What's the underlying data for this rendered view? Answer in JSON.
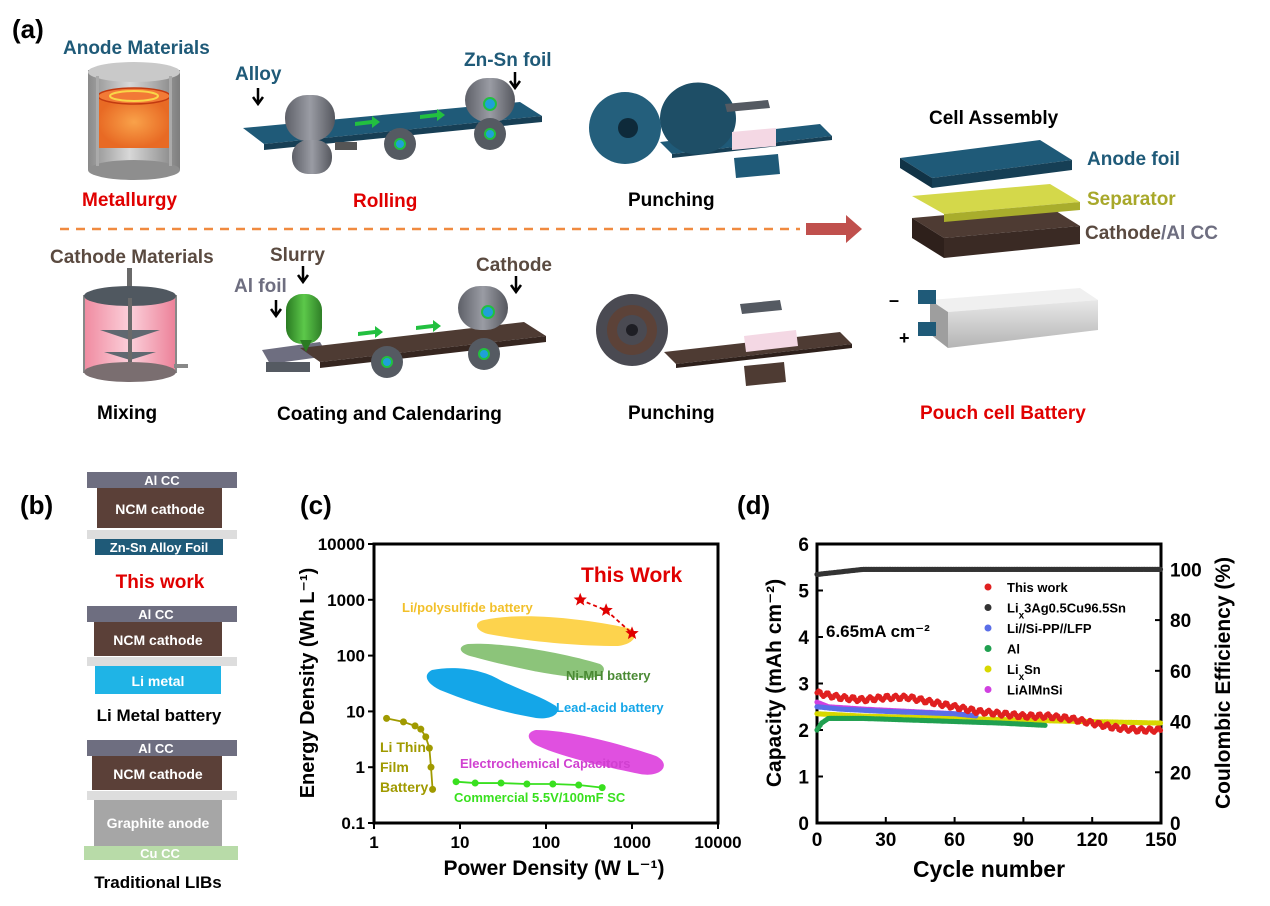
{
  "panel_labels": {
    "a": "(a)",
    "b": "(b)",
    "c": "(c)",
    "d": "(d)"
  },
  "colors": {
    "anode_blue": "#1f5a78",
    "cathode_brown": "#4e3b33",
    "red": "#e00000",
    "gray_cc": "#6e6e80",
    "li_metal": "#1fb4e6",
    "cu_cc": "#b8dba8",
    "separator_yellow": "#d4d84a"
  },
  "panel_a": {
    "anode_materials": "Anode Materials",
    "metallurgy": "Metallurgy",
    "alloy": "Alloy",
    "zn_sn_foil": "Zn-Sn foil",
    "rolling": "Rolling",
    "punching_top": "Punching",
    "cathode_materials": "Cathode Materials",
    "mixing": "Mixing",
    "slurry": "Slurry",
    "al_foil": "Al foil",
    "cathode": "Cathode",
    "coating": "Coating and Calendaring",
    "punching_bottom": "Punching",
    "cell_assembly": "Cell Assembly",
    "anode_foil": "Anode foil",
    "separator": "Separator",
    "cathode_cc_prefix": "Cathode",
    "cathode_cc_suffix": "/Al CC",
    "minus": "–",
    "plus": "+",
    "pouch_cell": "Pouch cell Battery"
  },
  "panel_b": {
    "stack1": {
      "cc": "Al CC",
      "cathode": "NCM cathode",
      "anode": "Zn-Sn Alloy Foil",
      "caption": "This work"
    },
    "stack2": {
      "cc": "Al CC",
      "cathode": "NCM cathode",
      "anode": "Li metal",
      "caption": "Li Metal battery"
    },
    "stack3": {
      "cc": "Al CC",
      "cathode": "NCM cathode",
      "anode": "Graphite anode",
      "bottom_cc": "Cu CC",
      "caption": "Traditional LIBs"
    }
  },
  "chart_data": [
    {
      "type": "scatter",
      "panel": "c",
      "xlabel": "Power Density (W L⁻¹)",
      "ylabel": "Energy Density (Wh L⁻¹)",
      "xscale": "log",
      "yscale": "log",
      "xlim": [
        1,
        10000
      ],
      "ylim": [
        0.1,
        10000
      ],
      "xticks": [
        "1",
        "10",
        "100",
        "1000",
        "10000"
      ],
      "yticks": [
        "0.1",
        "1",
        "10",
        "100",
        "1000",
        "10000"
      ],
      "series": [
        {
          "name": "This Work",
          "color": "#e00000",
          "marker": "star",
          "x": [
            250,
            500,
            1000
          ],
          "y": [
            1000,
            650,
            250
          ]
        },
        {
          "name": "Li Thin Film Battery",
          "color": "#a09a00",
          "marker": "circle",
          "x": [
            1.4,
            2.2,
            3,
            3.5,
            4,
            4.4,
            4.6,
            4.8
          ],
          "y": [
            7.5,
            6.5,
            5.5,
            4.8,
            3.5,
            2.2,
            1,
            0.4
          ]
        },
        {
          "name": "Commercial 5.5V/100mF SC",
          "color": "#39e01f",
          "marker": "circle",
          "x": [
            9,
            15,
            30,
            60,
            120,
            240,
            450
          ],
          "y": [
            0.55,
            0.52,
            0.52,
            0.5,
            0.5,
            0.48,
            0.43
          ]
        }
      ],
      "regions": [
        {
          "name": "Li/polysulfide battery",
          "color": "#fdd34d"
        },
        {
          "name": "Ni-MH battery",
          "color": "#8cc47a"
        },
        {
          "name": "Lead-acid battery",
          "color": "#14a6e8"
        },
        {
          "name": "Electrochemical Capacitors",
          "color": "#e050e0"
        }
      ]
    },
    {
      "type": "scatter",
      "panel": "d",
      "xlabel": "Cycle number",
      "ylabel": "Capacity (mAh cm⁻²)",
      "y2label": "Coulombic Efficiency (%)",
      "annotation": "6.65mA cm⁻²",
      "xlim": [
        0,
        150
      ],
      "ylim": [
        0,
        6
      ],
      "y2lim": [
        0,
        110
      ],
      "xticks": [
        "0",
        "30",
        "60",
        "90",
        "120",
        "150"
      ],
      "yticks": [
        "0",
        "1",
        "2",
        "3",
        "4",
        "5",
        "6"
      ],
      "y2ticks": [
        "0",
        "20",
        "40",
        "60",
        "80",
        "100"
      ],
      "legend_position": "top-right",
      "series": [
        {
          "name": "This work",
          "color": "#e02020",
          "x": [
            0,
            10,
            20,
            30,
            40,
            50,
            60,
            70,
            80,
            90,
            100,
            110,
            120,
            130,
            140,
            150
          ],
          "y": [
            2.8,
            2.7,
            2.65,
            2.7,
            2.7,
            2.6,
            2.5,
            2.4,
            2.35,
            2.3,
            2.3,
            2.25,
            2.15,
            2.05,
            2.0,
            2.0
          ]
        },
        {
          "name": "Li_x3Ag0.5Cu96.5Sn",
          "color": "#333333",
          "x": [
            0,
            20,
            60,
            100,
            150
          ],
          "y": [
            98,
            100,
            100,
            100,
            100
          ],
          "axis": "y2"
        },
        {
          "name": "Li//Si-PP//LFP",
          "color": "#5a6ee8",
          "x": [
            0,
            10,
            30,
            60,
            70
          ],
          "y": [
            2.5,
            2.45,
            2.4,
            2.35,
            2.3
          ]
        },
        {
          "name": "Al",
          "color": "#20a050",
          "x": [
            0,
            2,
            5,
            20,
            50,
            80,
            100
          ],
          "y": [
            2.0,
            2.15,
            2.25,
            2.25,
            2.2,
            2.15,
            2.1
          ]
        },
        {
          "name": "Li_xSn",
          "color": "#d8d800",
          "x": [
            0,
            20,
            60,
            100,
            150
          ],
          "y": [
            2.35,
            2.3,
            2.25,
            2.2,
            2.15
          ]
        },
        {
          "name": "LiAlMnSi",
          "color": "#d040e0",
          "x": [
            0,
            5,
            20,
            40,
            60,
            70
          ],
          "y": [
            2.6,
            2.5,
            2.45,
            2.4,
            2.35,
            2.3
          ]
        }
      ]
    }
  ]
}
